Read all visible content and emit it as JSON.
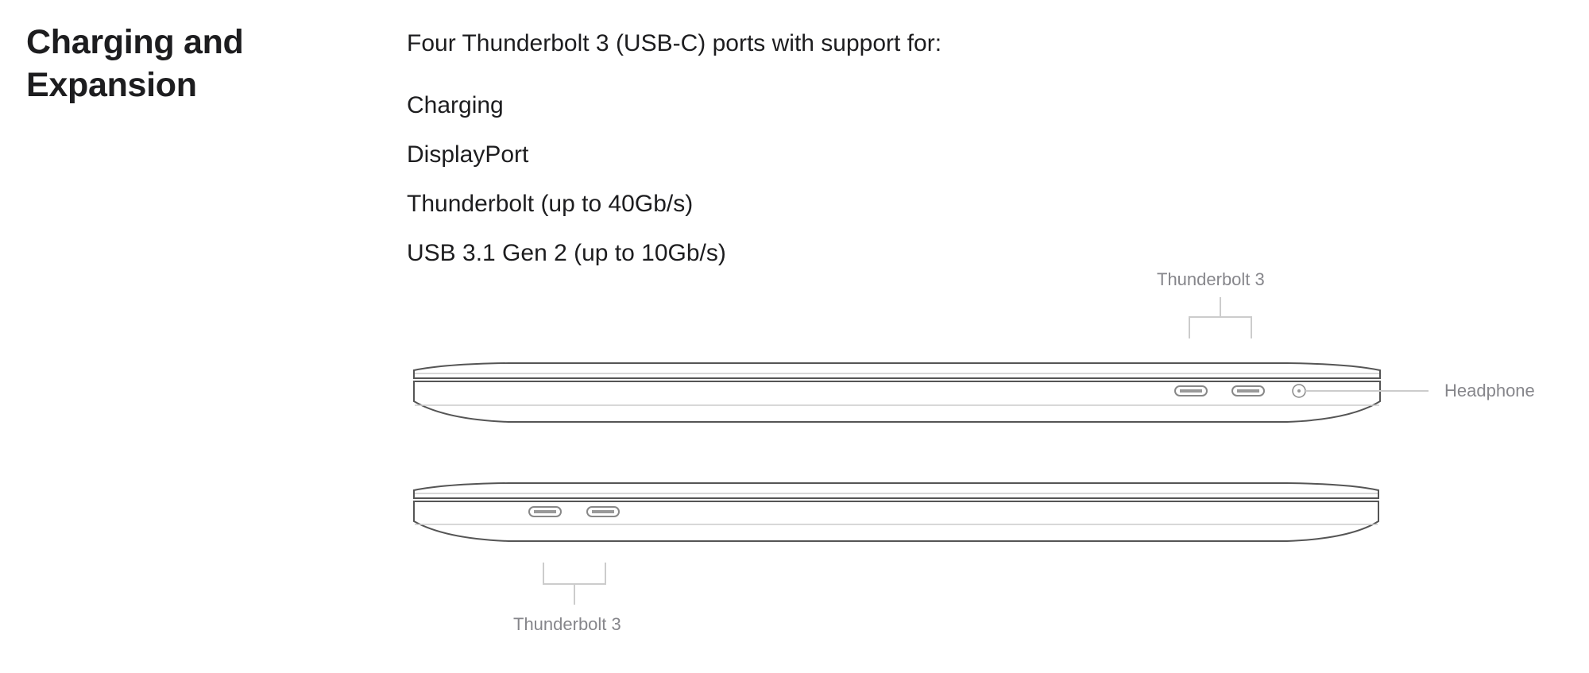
{
  "section": {
    "heading_line1": "Charging and",
    "heading_line2": "Expansion",
    "intro": "Four Thunderbolt 3 (USB-C) ports with support for:",
    "features": [
      "Charging",
      "DisplayPort",
      "Thunderbolt (up to 40Gb/s)",
      "USB 3.1 Gen 2 (up to 10Gb/s)"
    ]
  },
  "diagram": {
    "right_side_ports_label": "Thunderbolt 3",
    "headphone_label": "Headphone",
    "left_side_ports_label": "Thunderbolt 3"
  },
  "colors": {
    "text": "#1d1d1f",
    "caption": "#86868b",
    "outline": "#555555"
  }
}
